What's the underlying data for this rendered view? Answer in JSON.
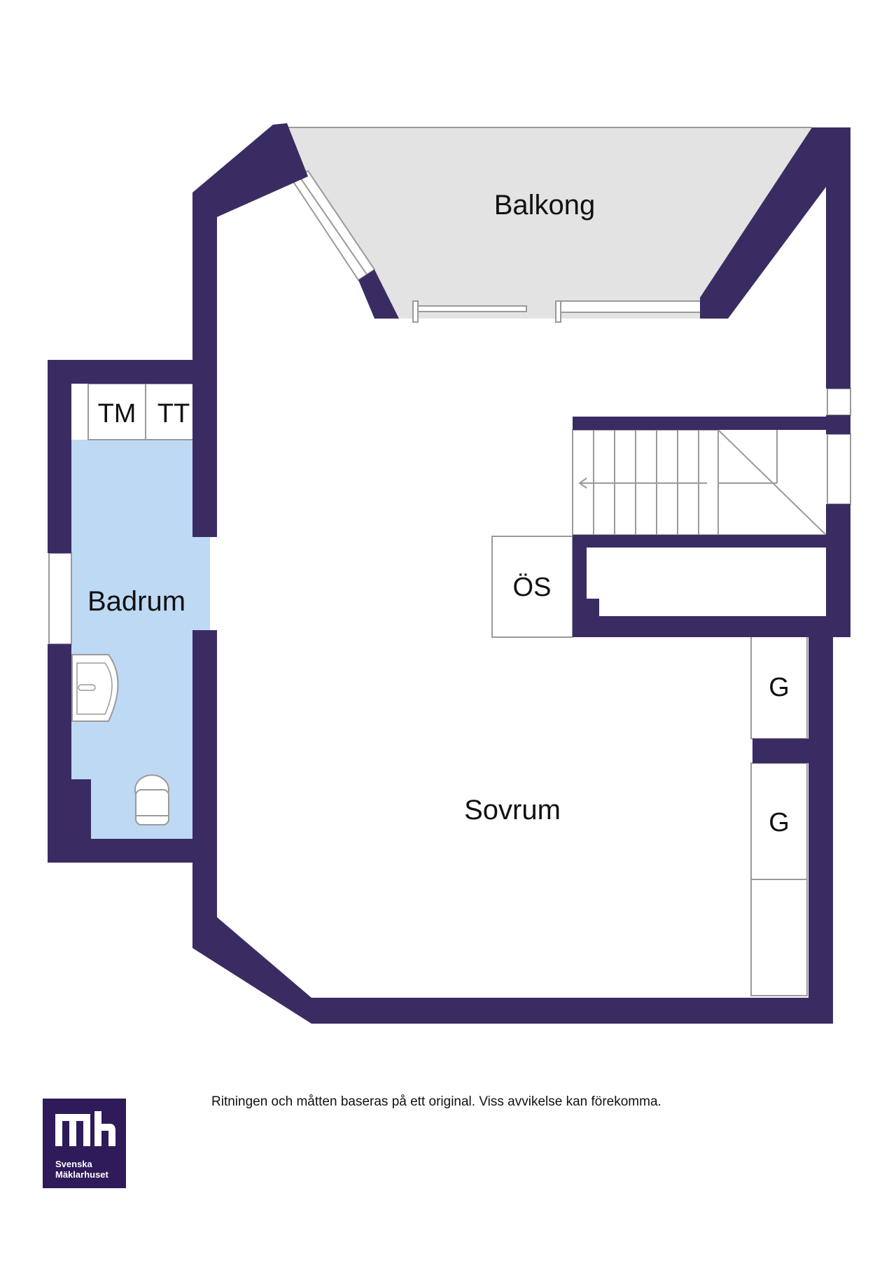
{
  "colors": {
    "wall": "#3a2c63",
    "balcony": "#e3e3e3",
    "bathroom": "#bed9f4",
    "line": "#9a9a9a",
    "logo_bg": "#2f1a5a"
  },
  "rooms": {
    "balkong": "Balkong",
    "badrum": "Badrum",
    "sovrum": "Sovrum",
    "tm": "TM",
    "tt": "TT",
    "os": "ÖS",
    "g1": "G",
    "g2": "G"
  },
  "fixtures": [
    "sink-icon",
    "toilet-icon",
    "stairs-arrow-icon"
  ],
  "disclaimer": "Ritningen och måtten baseras på ett original. Viss avvikelse kan förekomma.",
  "logo": {
    "line1": "Svenska",
    "line2": "Mäklarhuset"
  }
}
